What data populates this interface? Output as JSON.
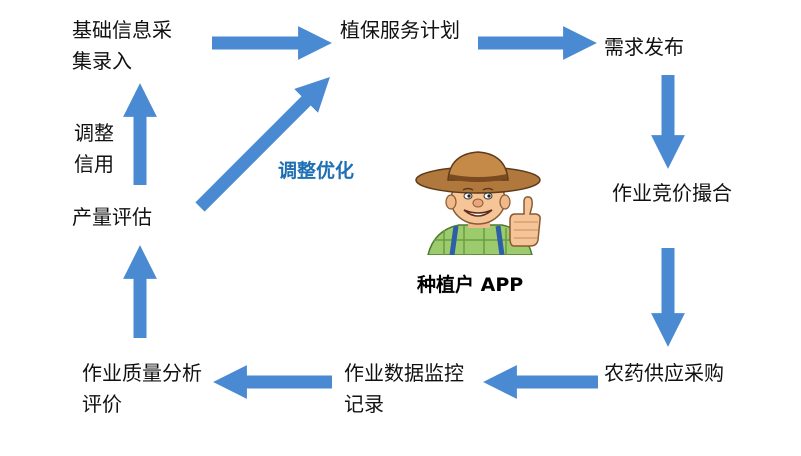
{
  "nodes": {
    "basic_info": "基础信息采集录入",
    "service_plan": "植保服务计划",
    "demand_release": "需求发布",
    "bid_matching": "作业竞价撮合",
    "pesticide_supply": "农药供应采购",
    "data_monitoring": "作业数据监控记录",
    "quality_analysis": "作业质量分析评价",
    "yield_evaluation": "产量评估",
    "adjust_credit": "调整信用"
  },
  "optimize_label": "调整优化",
  "app_label": "种植户 APP",
  "colors": {
    "arrow": "#4a8ad2",
    "optimize_text": "#1f6fb3"
  },
  "icons": {
    "farmer": "farmer-thumbs-up-icon"
  }
}
